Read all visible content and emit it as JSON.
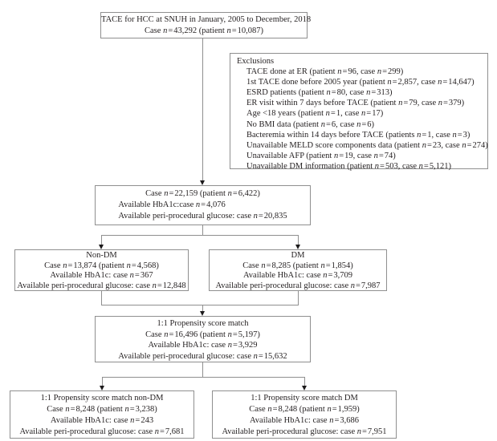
{
  "figure": {
    "type": "patient-flow-diagram",
    "colors": {
      "background": "#ffffff",
      "box_border": "#8f8f8f",
      "connector": "#8f8f8f",
      "arrowhead": "#1c1a1b",
      "text": "#231f20"
    },
    "top_box": {
      "lines": [
        "TACE for HCC at SNUH in January, 2005 to December, 2018",
        "Case n=43,292 (patient n=10,087)"
      ]
    },
    "exclusions_box": {
      "title": "Exclusions",
      "items": [
        "TACE done at ER (patient n=96, case n=299)",
        "1st TACE done before 2005 year (patient n=2,857, case n=14,647)",
        "ESRD patients (patient n=80, case n=313)",
        "ER visit within 7 days before TACE (patient n=79, case n=379)",
        "Age <18 years (patient n=1, case n=17)",
        "No BMI data (patient n=6, case n=6)",
        "Bacteremia within 14 days before TACE (patients n=1, case n=3)",
        "Unavailable MELD score components data (patient n=23, case n=274)",
        "Unavailable AFP (patient n=19, case n=74)",
        "Unavailable DM information (patient n=503, case n=5,121)"
      ]
    },
    "eligible_box": {
      "line1": "Case n=22,159 (patient n=6,422)",
      "sub_lines": [
        "Available HbA1c:case n=4,076",
        "Available peri-procedural glucose: case n=20,835"
      ]
    },
    "non_dm_box": {
      "lines": [
        "Non-DM",
        "Case n=13,874 (patient n=4,568)",
        "Available HbA1c: case n=367",
        "Available peri-procedural glucose: case n=12,848"
      ]
    },
    "dm_box": {
      "lines": [
        "DM",
        "Case n=8,285 (patient n=1,854)",
        "Available HbA1c: case n=3,709",
        "Available peri-procedural glucose: case n=7,987"
      ]
    },
    "psm_box": {
      "lines": [
        "1:1 Propensity score match",
        "Case n=16,496 (patient n=5,197)",
        "Available HbA1c: case n=3,929",
        "Available peri-procedural glucose: case n=15,632"
      ]
    },
    "psm_non_dm_box": {
      "lines": [
        "1:1 Propensity score match non-DM",
        "Case n=8,248 (patient n=3,238)",
        "Available HbA1c: case n=243",
        "Available peri-procedural glucose: case n=7,681"
      ]
    },
    "psm_dm_box": {
      "lines": [
        "1:1 Propensity score match DM",
        "Case n=8,248 (patient n=1,959)",
        "Available HbA1c: case n=3,686",
        "Available peri-procedural glucose: case n=7,951"
      ]
    }
  }
}
